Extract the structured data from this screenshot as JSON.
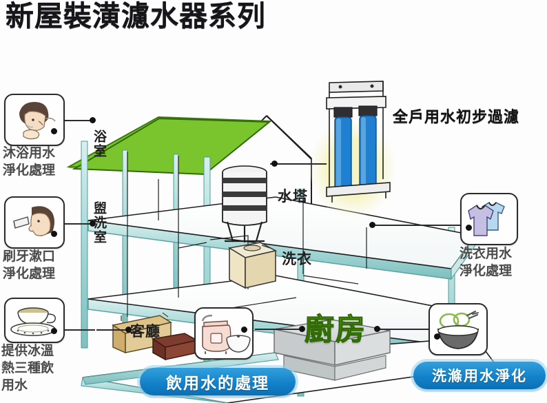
{
  "title": "新屋裝潢濾水器系列",
  "theme": {
    "roof_green": "#7ac52e",
    "pipe_teal": "#b9e0df",
    "badge_blue": "#1382c9",
    "kitchen_green": "#5fb412",
    "filter_blue": "#1f7fd0",
    "glow_yellow": "#f4f2c0",
    "line_black": "#2b2b2b"
  },
  "left_callouts": [
    {
      "icon": "shower-person-icon",
      "label": "沐浴用水\n淨化處理",
      "line1": "沐浴用水",
      "line2": "淨化處理"
    },
    {
      "icon": "toothbrush-person-icon",
      "label": "刷牙漱口\n淨化處理",
      "line1": "刷牙漱口",
      "line2": "淨化處理"
    },
    {
      "icon": "teacup-icon",
      "label": "提供冰溫熱三種飲用水",
      "line1": "提供冰溫",
      "line2": "熱三種飲",
      "line3": "用水"
    }
  ],
  "right_callouts": [
    {
      "icon": "tshirts-icon",
      "line1": "洗衣用水",
      "line2": "淨化處理"
    },
    {
      "icon": "dish-bowl-icon",
      "line1": "",
      "line2": ""
    }
  ],
  "filter_unit": {
    "caption": "全戶用水初步過濾",
    "icon": "twin-cartridge-filter-icon"
  },
  "house_labels": {
    "bathroom": "浴室",
    "washroom": "盥洗室",
    "water_tower": "水塔",
    "laundry": "洗衣",
    "living_room": "客廳",
    "kitchen": "廚房"
  },
  "badges": [
    {
      "text": "飲用水的處理",
      "name": "drinking-water-badge"
    },
    {
      "text": "洗滌用水淨化",
      "name": "washing-water-badge"
    }
  ],
  "objects": {
    "water_tank": "water-tank-icon",
    "washing_machine": "washing-machine-icon",
    "sofa": "sofa-icon",
    "coffee_table": "coffee-table-icon",
    "rice_cooker": "rice-cooker-icon",
    "kitchen_counter": "kitchen-counter-icon"
  }
}
